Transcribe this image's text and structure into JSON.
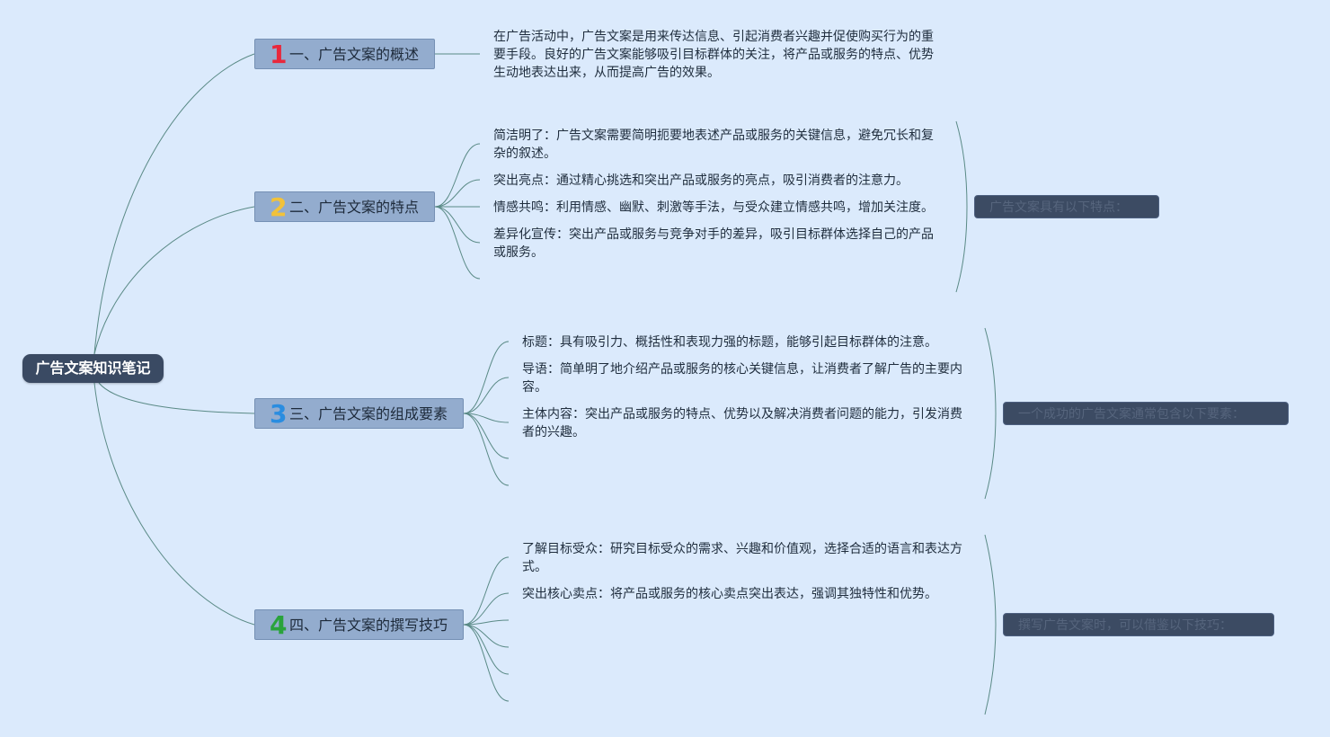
{
  "root": {
    "label": "广告文案知识笔记"
  },
  "topics": [
    {
      "number": "1",
      "number_color": "#e8283c",
      "label": "一、广告文案的概述",
      "leaves": [
        "在广告活动中，广告文案是用来传达信息、引起消费者兴趣并促使购买行为的重要手段。良好的广告文案能够吸引目标群体的关注，将产品或服务的特点、优势生动地表达出来，从而提高广告的效果。"
      ],
      "summary": ""
    },
    {
      "number": "2",
      "number_color": "#f2c23a",
      "label": "二、广告文案的特点",
      "leaves": [
        "简洁明了：广告文案需要简明扼要地表述产品或服务的关键信息，避免冗长和复杂的叙述。",
        "突出亮点：通过精心挑选和突出产品或服务的亮点，吸引消费者的注意力。",
        "情感共鸣：利用情感、幽默、刺激等手法，与受众建立情感共鸣，增加关注度。",
        "差异化宣传：突出产品或服务与竞争对手的差异，吸引目标群体选择自己的产品或服务。"
      ],
      "summary": "广告文案具有以下特点："
    },
    {
      "number": "3",
      "number_color": "#2a8de0",
      "label": "三、广告文案的组成要素",
      "leaves": [
        "标题：具有吸引力、概括性和表现力强的标题，能够引起目标群体的注意。",
        "导语：简单明了地介绍产品或服务的核心关键信息，让消费者了解广告的主要内容。",
        "主体内容：突出产品或服务的特点、优势以及解决消费者问题的能力，引发消费者的兴趣。"
      ],
      "summary": "一个成功的广告文案通常包含以下要素："
    },
    {
      "number": "4",
      "number_color": "#2aa33c",
      "label": "四、广告文案的撰写技巧",
      "leaves": [
        "了解目标受众：研究目标受众的需求、兴趣和价值观，选择合适的语言和表达方式。",
        "突出核心卖点：将产品或服务的核心卖点突出表达，强调其独特性和优势。"
      ],
      "summary": "撰写广告文案时，可以借鉴以下技巧："
    }
  ],
  "colors": {
    "background": "#dbeafc",
    "root_fill": "#3a4a63",
    "topic_fill": "#93acce",
    "summary_fill": "#3c4b63",
    "connector": "#5a8a86"
  }
}
